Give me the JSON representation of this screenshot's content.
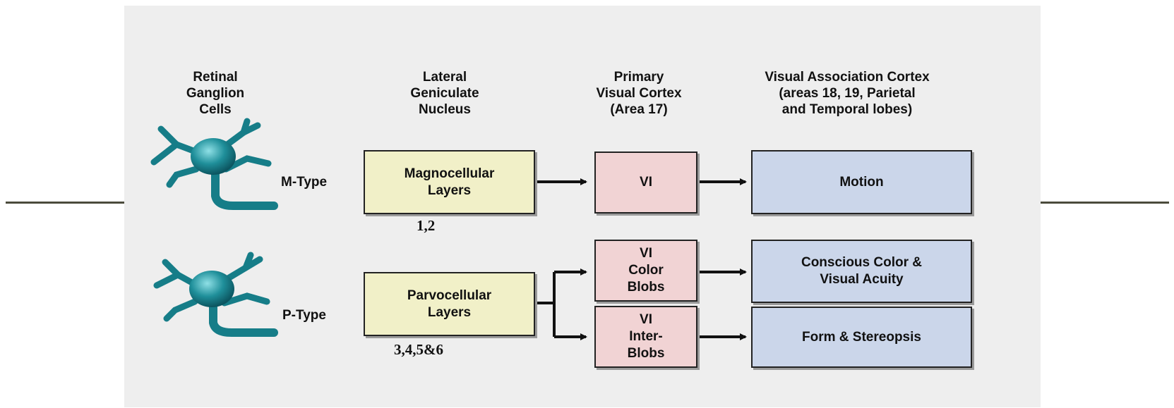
{
  "headers": {
    "retinal": "Retinal\nGanglion\nCells",
    "lgn": "Lateral\nGeniculate\nNucleus",
    "primary": "Primary\nVisual Cortex\n(Area 17)",
    "association": "Visual Association Cortex\n(areas  18, 19, Parietal\nand Temporal lobes)"
  },
  "m_pathway": {
    "cell_label": "M-Type",
    "lgn_box": "Magnocellular\nLayers",
    "lgn_layers": "1,2",
    "v1_box": "VI",
    "association_box": "Motion"
  },
  "p_pathway": {
    "cell_label": "P-Type",
    "lgn_box": "Parvocellular\nLayers",
    "lgn_layers": "3,4,5&6",
    "v1_blobs_box": "VI\nColor\nBlobs",
    "v1_interblobs_box": "VI\nInter-\nBlobs",
    "association_color_box": "Conscious Color &\nVisual Acuity",
    "association_form_box": "Form & Stereopsis"
  },
  "colors": {
    "lgn_fill": "#f1f0c8",
    "v1_fill": "#f1d3d4",
    "association_fill": "#cbd6ea",
    "neuron_fill": "#1f8f9a",
    "panel_bg": "#eeeeee"
  }
}
